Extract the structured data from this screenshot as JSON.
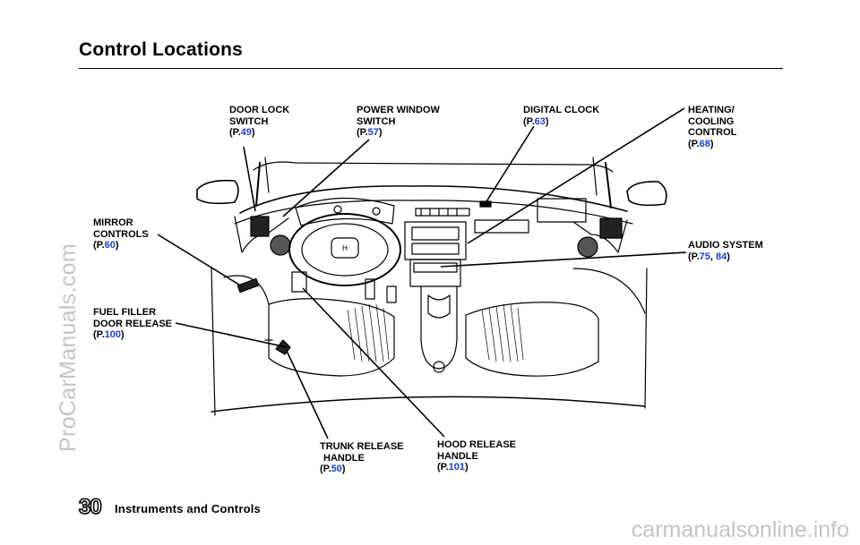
{
  "header": {
    "title": "Control Locations"
  },
  "watermark": {
    "side": "ProCarManuals.com",
    "bottom": "carmanualsonline.info"
  },
  "footer": {
    "page_number": "30",
    "section": "Instruments and Controls"
  },
  "callouts": {
    "door_lock": {
      "lines": [
        "DOOR LOCK",
        "SWITCH"
      ],
      "page_prefix": "(P.",
      "pages": [
        "49"
      ],
      "suffix": ")"
    },
    "power_window": {
      "lines": [
        "POWER WINDOW",
        "SWITCH"
      ],
      "page_prefix": "(P.",
      "pages": [
        "57"
      ],
      "suffix": ")"
    },
    "digital_clock": {
      "lines": [
        "DIGITAL CLOCK"
      ],
      "page_prefix": "(P.",
      "pages": [
        "63"
      ],
      "suffix": ")"
    },
    "heating_cooling": {
      "lines": [
        "HEATING/",
        "COOLING",
        "CONTROL"
      ],
      "page_prefix": "(P.",
      "pages": [
        "68"
      ],
      "suffix": ")"
    },
    "mirror_controls": {
      "lines": [
        "MIRROR",
        "CONTROLS"
      ],
      "page_prefix": "(P.",
      "pages": [
        "60"
      ],
      "suffix": ")"
    },
    "audio_system": {
      "lines": [
        "AUDIO SYSTEM"
      ],
      "page_prefix": "(P.",
      "pages": [
        "75",
        "84"
      ],
      "separator": ", ",
      "suffix": ")"
    },
    "fuel_filler": {
      "lines": [
        "FUEL FILLER",
        "DOOR RELEASE"
      ],
      "page_prefix": "(P.",
      "pages": [
        "100"
      ],
      "suffix": ")"
    },
    "trunk_release": {
      "lines": [
        "TRUNK RELEASE",
        "HANDLE"
      ],
      "page_prefix": "(P.",
      "pages": [
        "50"
      ],
      "suffix": ")"
    },
    "hood_release": {
      "lines": [
        "HOOD RELEASE",
        "HANDLE"
      ],
      "page_prefix": "(P.",
      "pages": [
        "101"
      ],
      "suffix": ")"
    }
  }
}
